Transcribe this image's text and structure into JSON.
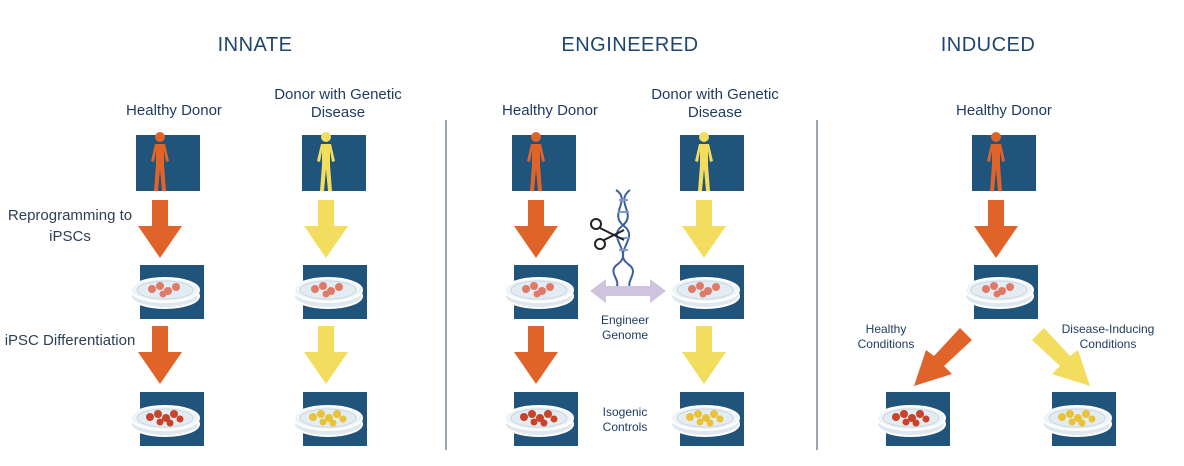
{
  "panels": {
    "innate": {
      "title": "INNATE",
      "col1_label": "Healthy Donor",
      "col2_label": "Donor with Genetic Disease",
      "side_reprogramming": "Reprogramming to iPSCs",
      "side_differentiation": "iPSC Differentiation"
    },
    "engineered": {
      "title": "ENGINEERED",
      "col1_label": "Healthy Donor",
      "col2_label": "Donor with Genetic Disease",
      "engineer_label": "Engineer Genome",
      "isogenic_label": "Isogenic Controls"
    },
    "induced": {
      "title": "INDUCED",
      "col1_label": "Healthy Donor",
      "healthy_conditions": "Healthy Conditions",
      "disease_conditions": "Disease-Inducing Conditions"
    }
  },
  "colors": {
    "box": "#21547a",
    "healthy": "#e0632a",
    "disease": "#f3dd5f",
    "double_arrow": "#cfc3e0"
  }
}
